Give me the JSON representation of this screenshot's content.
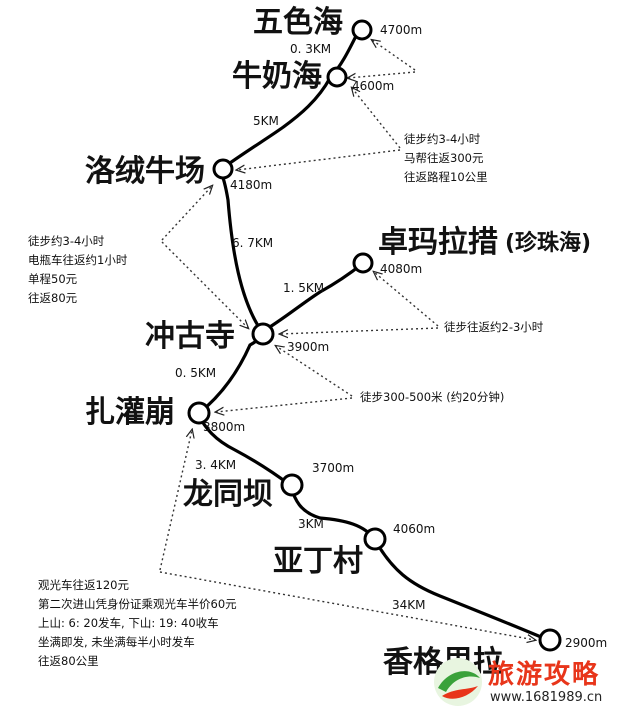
{
  "places": {
    "wusehai": {
      "name": "五色海",
      "altitude": "4700m"
    },
    "niunaihai": {
      "name": "牛奶海",
      "altitude": "4600m"
    },
    "luorong": {
      "name": "洛绒牛场",
      "altitude": "4180m"
    },
    "zhuoma": {
      "name": "卓玛拉措",
      "alias": "(珍珠海)",
      "altitude": "4080m"
    },
    "chonggu": {
      "name": "冲古寺",
      "altitude": "3900m"
    },
    "zhaguan": {
      "name": "扎灌崩",
      "altitude": "3800m"
    },
    "longtong": {
      "name": "龙同坝",
      "altitude": "3700m"
    },
    "yading": {
      "name": "亚丁村",
      "altitude": "4060m"
    },
    "xianggelila": {
      "name": "香格里拉",
      "altitude": "2900m"
    }
  },
  "distances": {
    "wuse_niunai": "0. 3KM",
    "niunai_luorong": "5KM",
    "luorong_chonggu": "6. 7KM",
    "chonggu_zhuoma": "1. 5KM",
    "chonggu_zhaguan": "0. 5KM",
    "zhaguan_longtong": "3. 4KM",
    "longtong_yading": "3KM",
    "yading_xianggelila": "34KM"
  },
  "notes": {
    "horse": [
      "徒步约3-4小时",
      "马帮往返300元",
      "往返路程10公里"
    ],
    "ebus": [
      "徒步约3-4小时",
      "电瓶车往返约1小时",
      "单程50元",
      "往返80元"
    ],
    "zhuoma": [
      "徒步往返约2-3小时"
    ],
    "walk": [
      "徒步300-500米 (约20分钟)"
    ],
    "shuttle": [
      "观光车往返120元",
      "第二次进山凭身份证乘观光车半价60元",
      "上山: 6: 20发车, 下山: 19: 40收车",
      "坐满即发, 未坐满每半小时发车",
      "往返80公里"
    ]
  },
  "watermark": {
    "title": "旅游攻略",
    "url": "www.1681989.cn"
  },
  "colors": {
    "route": "#000000",
    "arrow": "#333333",
    "watermark_red": "#e8351a",
    "watermark_green": "#3aa23a"
  }
}
